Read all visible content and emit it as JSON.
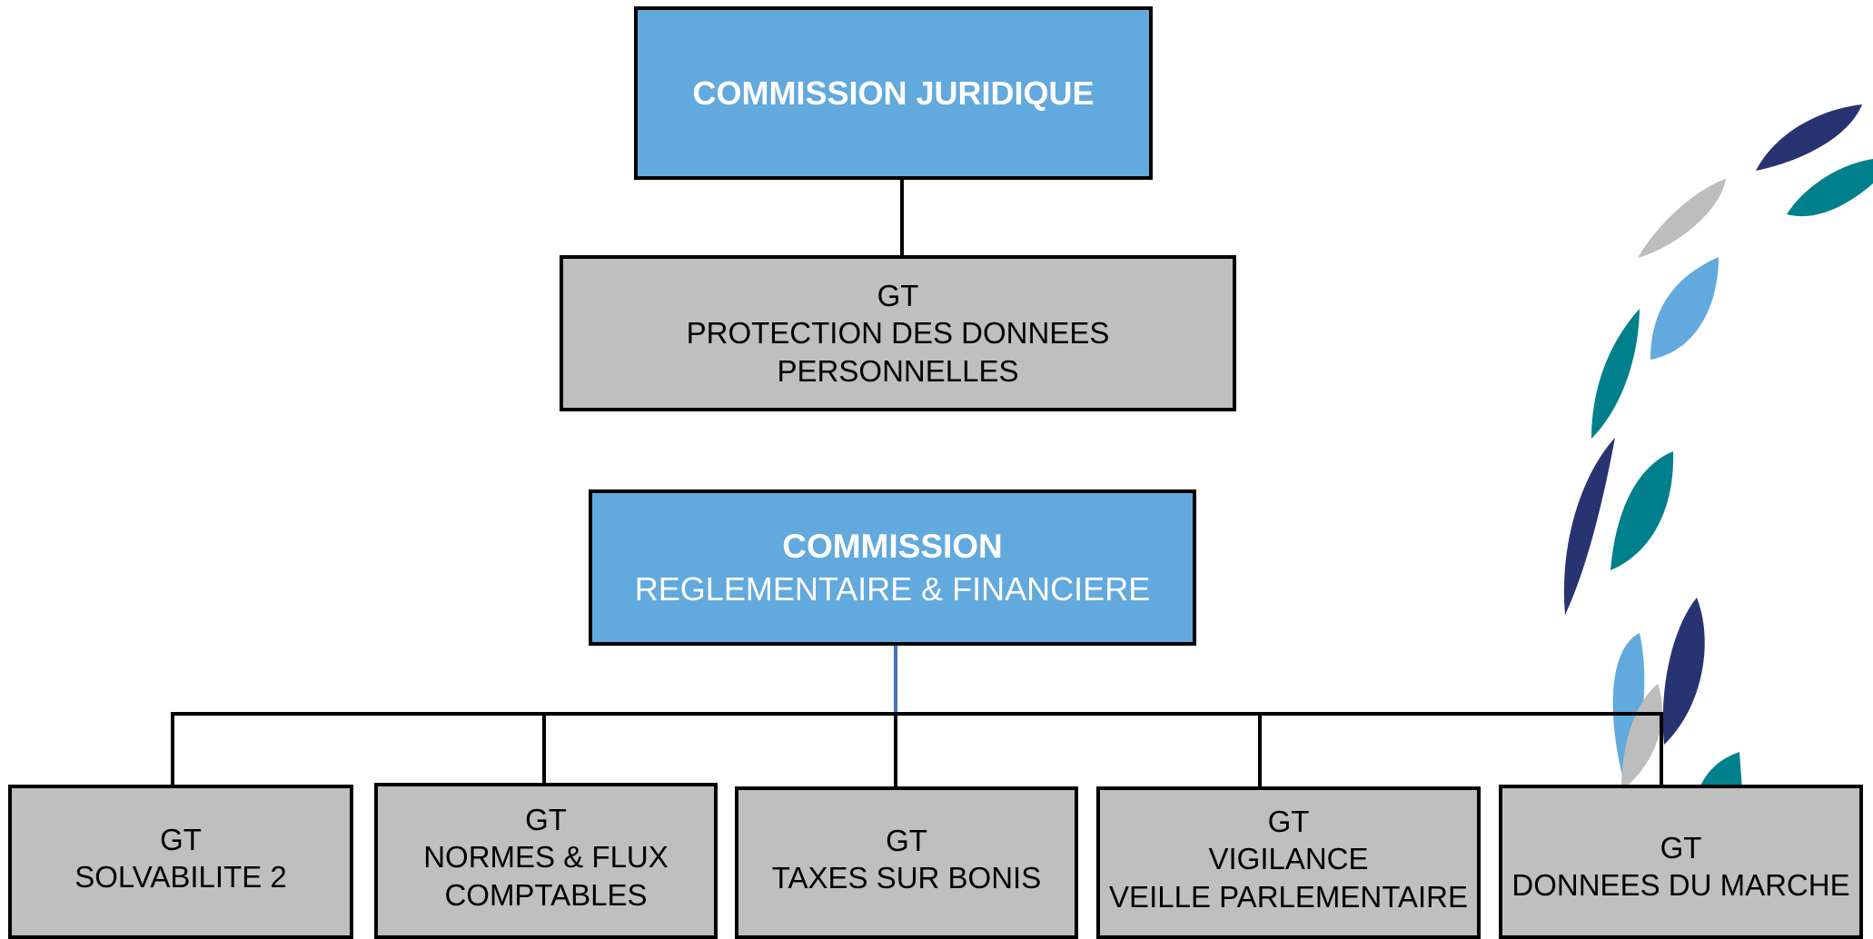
{
  "commission_juridique": {
    "title": "COMMISSION JURIDIQUE"
  },
  "gt_protection": {
    "line1": "GT",
    "line2": "PROTECTION DES DONNEES PERSONNELLES"
  },
  "commission_reglementaire": {
    "title": "COMMISSION",
    "subtitle": "REGLEMENTAIRE & FINANCIERE"
  },
  "working_groups": [
    {
      "line1": "GT",
      "line2": "SOLVABILITE 2"
    },
    {
      "line1": "GT",
      "line2": "NORMES & FLUX",
      "line3": "COMPTABLES"
    },
    {
      "line1": "GT",
      "line2": "TAXES SUR BONIS"
    },
    {
      "line1": "GT",
      "line2": "VIGILANCE",
      "line3": "VEILLE PARLEMENTAIRE"
    },
    {
      "line1": "GT",
      "line2": "DONNEES DU MARCHE"
    }
  ],
  "colors": {
    "commission_fill": "#62a9dd",
    "group_fill": "#bfbfbf",
    "connector": "#000000",
    "accent_connector": "#4472c4",
    "leaf_navy": "#283371",
    "leaf_teal": "#00808c",
    "leaf_light_blue": "#62a9dd",
    "leaf_grey": "#bdbdbd"
  }
}
